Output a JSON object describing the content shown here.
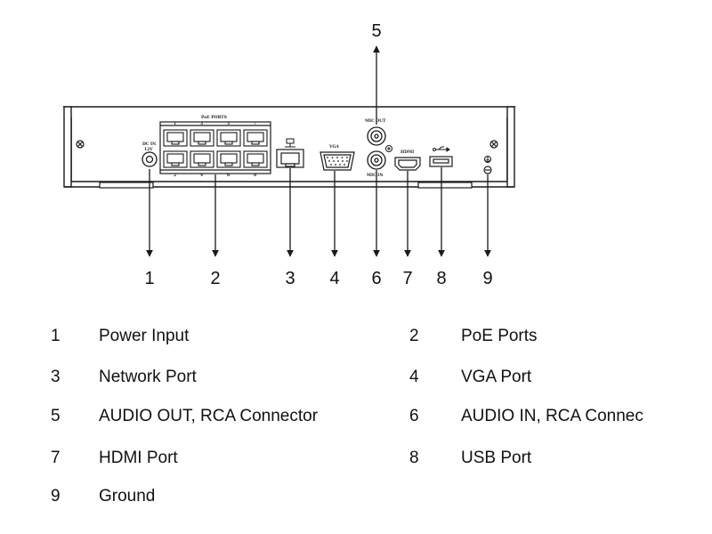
{
  "device": {
    "panel_labels": {
      "poe_ports": "PoE PORTS",
      "dc_in": "DC IN",
      "vga": "VGA",
      "mic_out": "MIC OUT",
      "mic_in": "MIC IN",
      "hdmi": "HDMI"
    },
    "poe_top_numbers": [
      "1",
      "3",
      "5",
      "7"
    ],
    "poe_bottom_numbers": [
      "2",
      "4",
      "6",
      "8"
    ],
    "icons": [
      "network-icon",
      "usb-icon",
      "ground-icon"
    ]
  },
  "callouts": [
    "5",
    "1",
    "2",
    "3",
    "4",
    "6",
    "7",
    "8",
    "9"
  ],
  "legend": [
    {
      "num": "1",
      "label": "Power Input"
    },
    {
      "num": "2",
      "label": "PoE Ports"
    },
    {
      "num": "3",
      "label": "Network Port"
    },
    {
      "num": "4",
      "label": "VGA Port"
    },
    {
      "num": "5",
      "label": "AUDIO OUT, RCA Connector"
    },
    {
      "num": "6",
      "label": "AUDIO IN, RCA Connec"
    },
    {
      "num": "7",
      "label": "HDMI Port"
    },
    {
      "num": "8",
      "label": "USB Port"
    },
    {
      "num": "9",
      "label": "Ground"
    }
  ],
  "colors": {
    "line": "#1a1a1a",
    "background": "#ffffff"
  }
}
